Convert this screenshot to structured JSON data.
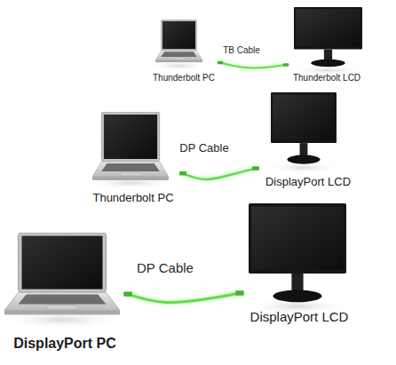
{
  "diagram": {
    "nodes": [
      {
        "text": [
          "Thunderbolt PC"
        ]
      },
      {
        "text": [
          "Thunderbolt LCD"
        ]
      },
      {
        "text": [
          "Thunderbolt PC"
        ]
      },
      {
        "text": [
          "DisplayPort LCD"
        ]
      },
      {
        "text": [
          "DisplayPort PC"
        ]
      },
      {
        "text": [
          "DisplayPort LCD"
        ]
      }
    ],
    "edges": [
      {
        "from": 0,
        "to": 1,
        "arrow": "none",
        "label": "TB Cable"
      },
      {
        "from": 2,
        "to": 3,
        "arrow": "none",
        "label": "DP Cable"
      },
      {
        "from": 4,
        "to": 5,
        "arrow": "none",
        "label": "DP Cable"
      }
    ]
  }
}
